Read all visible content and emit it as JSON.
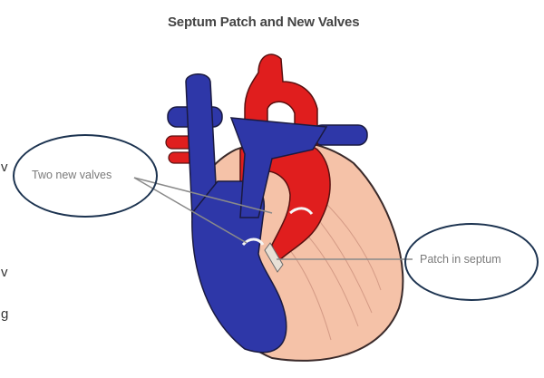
{
  "title": "Septum Patch and New Valves",
  "left_fragments": [
    "v",
    "v",
    "g"
  ],
  "labels": {
    "valves": "Two new valves",
    "patch": "Patch in septum"
  },
  "colors": {
    "oxygen_poor": "#2e37a8",
    "oxygen_rich": "#e01e1e",
    "heart_wall": "#f5c2a8",
    "callout_oval": "#1c3350",
    "leader_line": "#8a8a8a"
  }
}
